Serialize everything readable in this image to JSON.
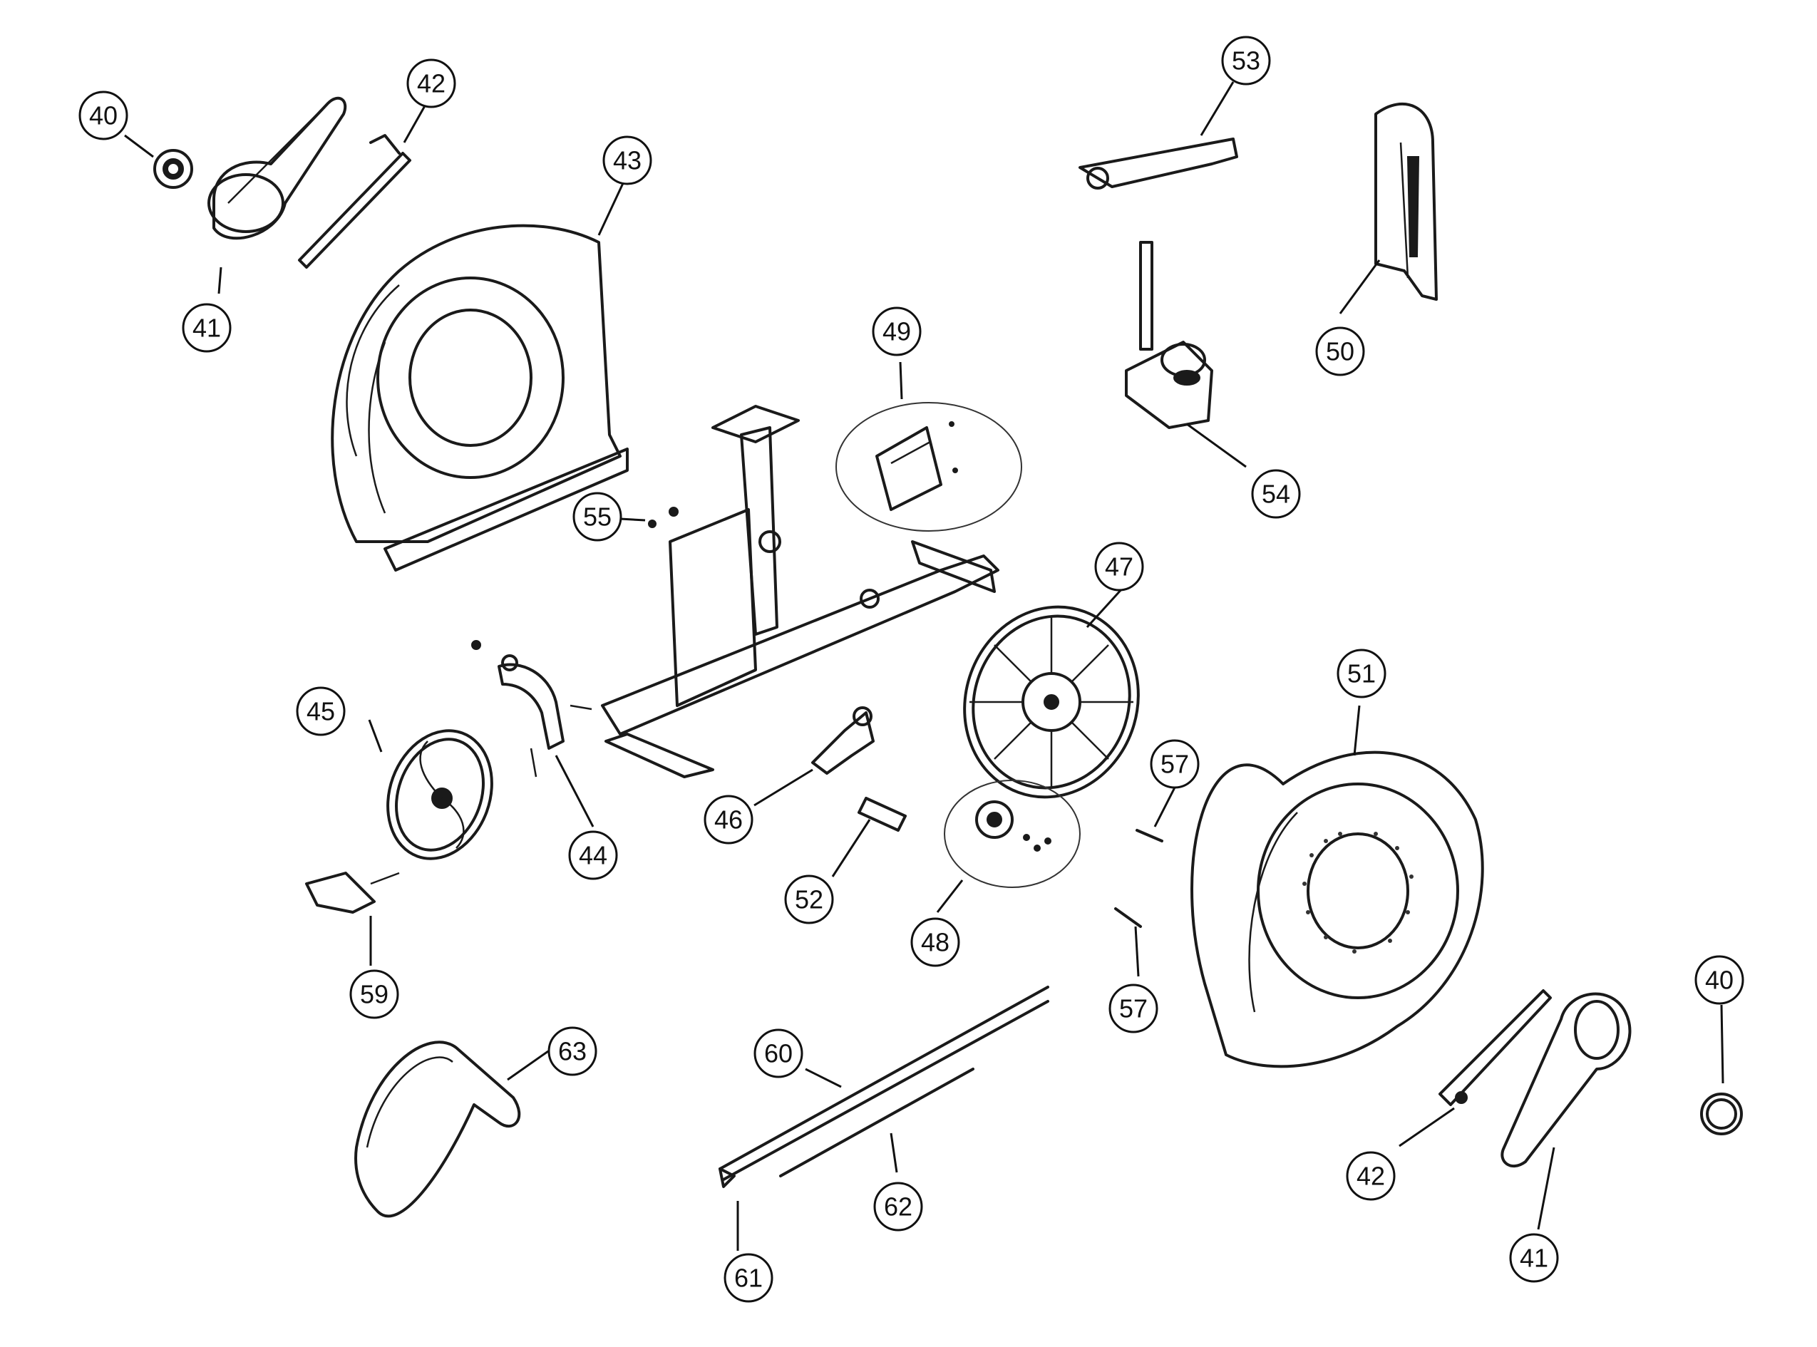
{
  "callouts": [
    {
      "id": "c40a",
      "label": "40"
    },
    {
      "id": "c42a",
      "label": "42"
    },
    {
      "id": "c41a",
      "label": "41"
    },
    {
      "id": "c43",
      "label": "43"
    },
    {
      "id": "c53",
      "label": "53"
    },
    {
      "id": "c50",
      "label": "50"
    },
    {
      "id": "c54",
      "label": "54"
    },
    {
      "id": "c49",
      "label": "49"
    },
    {
      "id": "c55",
      "label": "55"
    },
    {
      "id": "c47",
      "label": "47"
    },
    {
      "id": "c51",
      "label": "51"
    },
    {
      "id": "c45",
      "label": "45"
    },
    {
      "id": "c44",
      "label": "44"
    },
    {
      "id": "c46",
      "label": "46"
    },
    {
      "id": "c57a",
      "label": "57"
    },
    {
      "id": "c52",
      "label": "52"
    },
    {
      "id": "c48",
      "label": "48"
    },
    {
      "id": "c57b",
      "label": "57"
    },
    {
      "id": "c59",
      "label": "59"
    },
    {
      "id": "c40b",
      "label": "40"
    },
    {
      "id": "c63",
      "label": "63"
    },
    {
      "id": "c60",
      "label": "60"
    },
    {
      "id": "c62",
      "label": "62"
    },
    {
      "id": "c42b",
      "label": "42"
    },
    {
      "id": "c41b",
      "label": "41"
    },
    {
      "id": "c61",
      "label": "61"
    }
  ]
}
